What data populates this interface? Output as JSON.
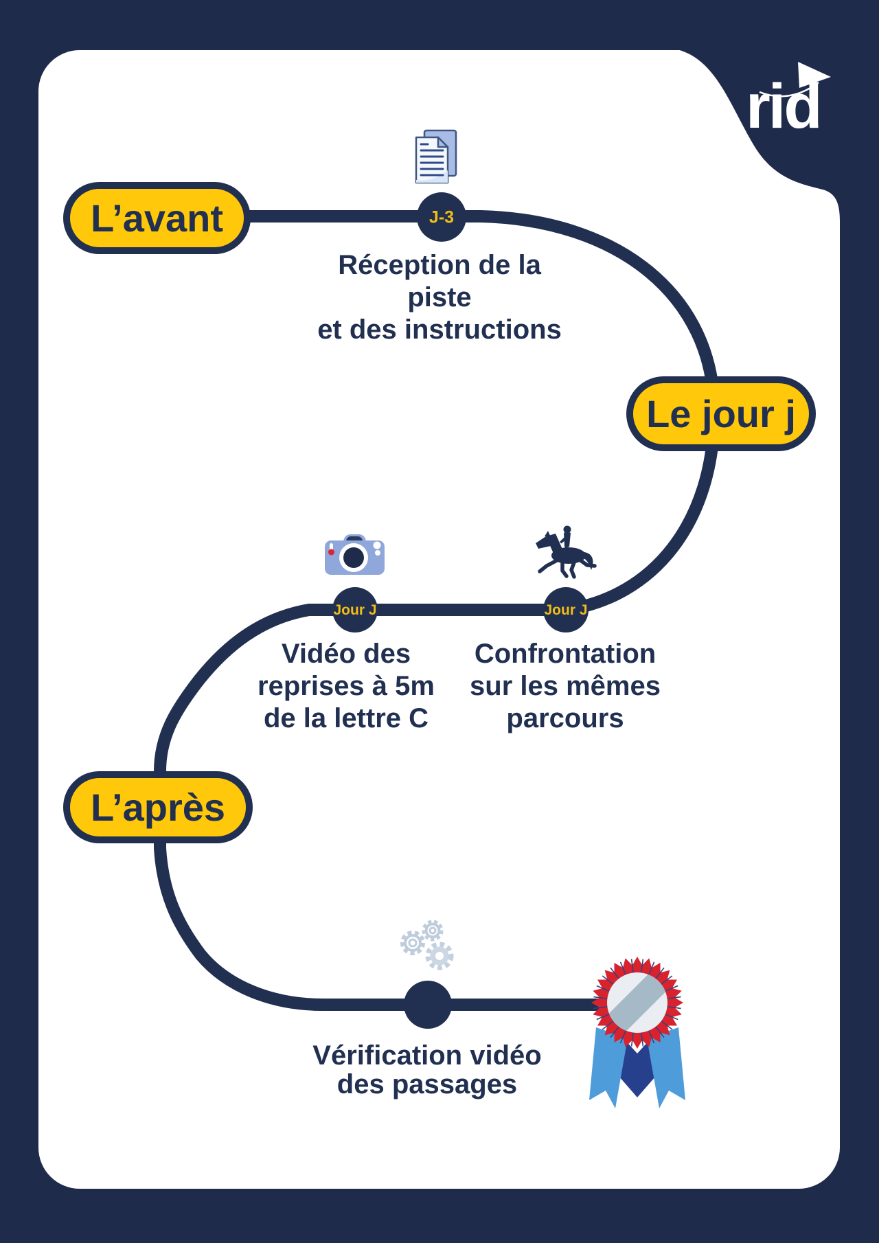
{
  "colors": {
    "background_navy": "#1e2b4a",
    "foreground_navy": "#213051",
    "pill_yellow": "#ffc80b",
    "badge_yellow": "#f2bd16",
    "icon_blue": "#8fa7db",
    "medal_red": "#d8232f",
    "ribbon_blue": "#4f9cdb"
  },
  "logo": {
    "text": "rid"
  },
  "phases": [
    {
      "label": "L’avant"
    },
    {
      "label": "Le jour j"
    },
    {
      "label": "L’après"
    }
  ],
  "milestones": [
    {
      "badge": "J-3",
      "icon": "documents-icon",
      "lines": [
        "Réception de la",
        "piste",
        "et des instructions"
      ]
    },
    {
      "badge": "Jour J",
      "icon": "camera-icon",
      "lines": [
        "Vidéo des",
        "reprises à 5m",
        "de la lettre C"
      ]
    },
    {
      "badge": "Jour J",
      "icon": "horse-rider-icon",
      "lines": [
        "Confrontation",
        "sur les mêmes",
        "parcours"
      ]
    },
    {
      "badge": "",
      "icon": "gears-icon",
      "lines": [
        "Vérification vidéo",
        "des passages"
      ]
    }
  ],
  "award": {
    "icon": "award-ribbon-icon"
  }
}
